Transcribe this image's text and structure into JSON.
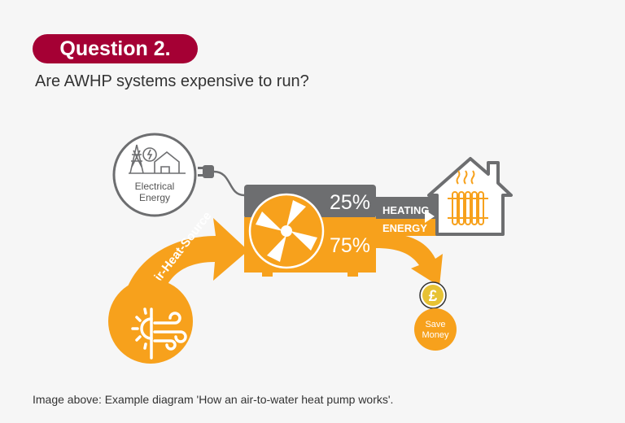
{
  "badge": {
    "label": "Question 2."
  },
  "question": "Are AWHP systems expensive to run?",
  "diagram": {
    "electrical": {
      "line1": "Electrical",
      "line2": "Energy"
    },
    "electrical_pct": "25%",
    "air_pct": "75%",
    "air_source_label": "Air-Heat-Source",
    "heating_line1": "HEATING",
    "heating_line2": "ENERGY",
    "coin_symbol": "£",
    "save_line1": "Save",
    "save_line2": "Money",
    "colors": {
      "orange": "#f7a11c",
      "grey": "#6d6e70",
      "brand": "#a50034",
      "gold": "#e7c234"
    }
  },
  "caption": "Image above: Example diagram 'How an air-to-water heat pump works'."
}
